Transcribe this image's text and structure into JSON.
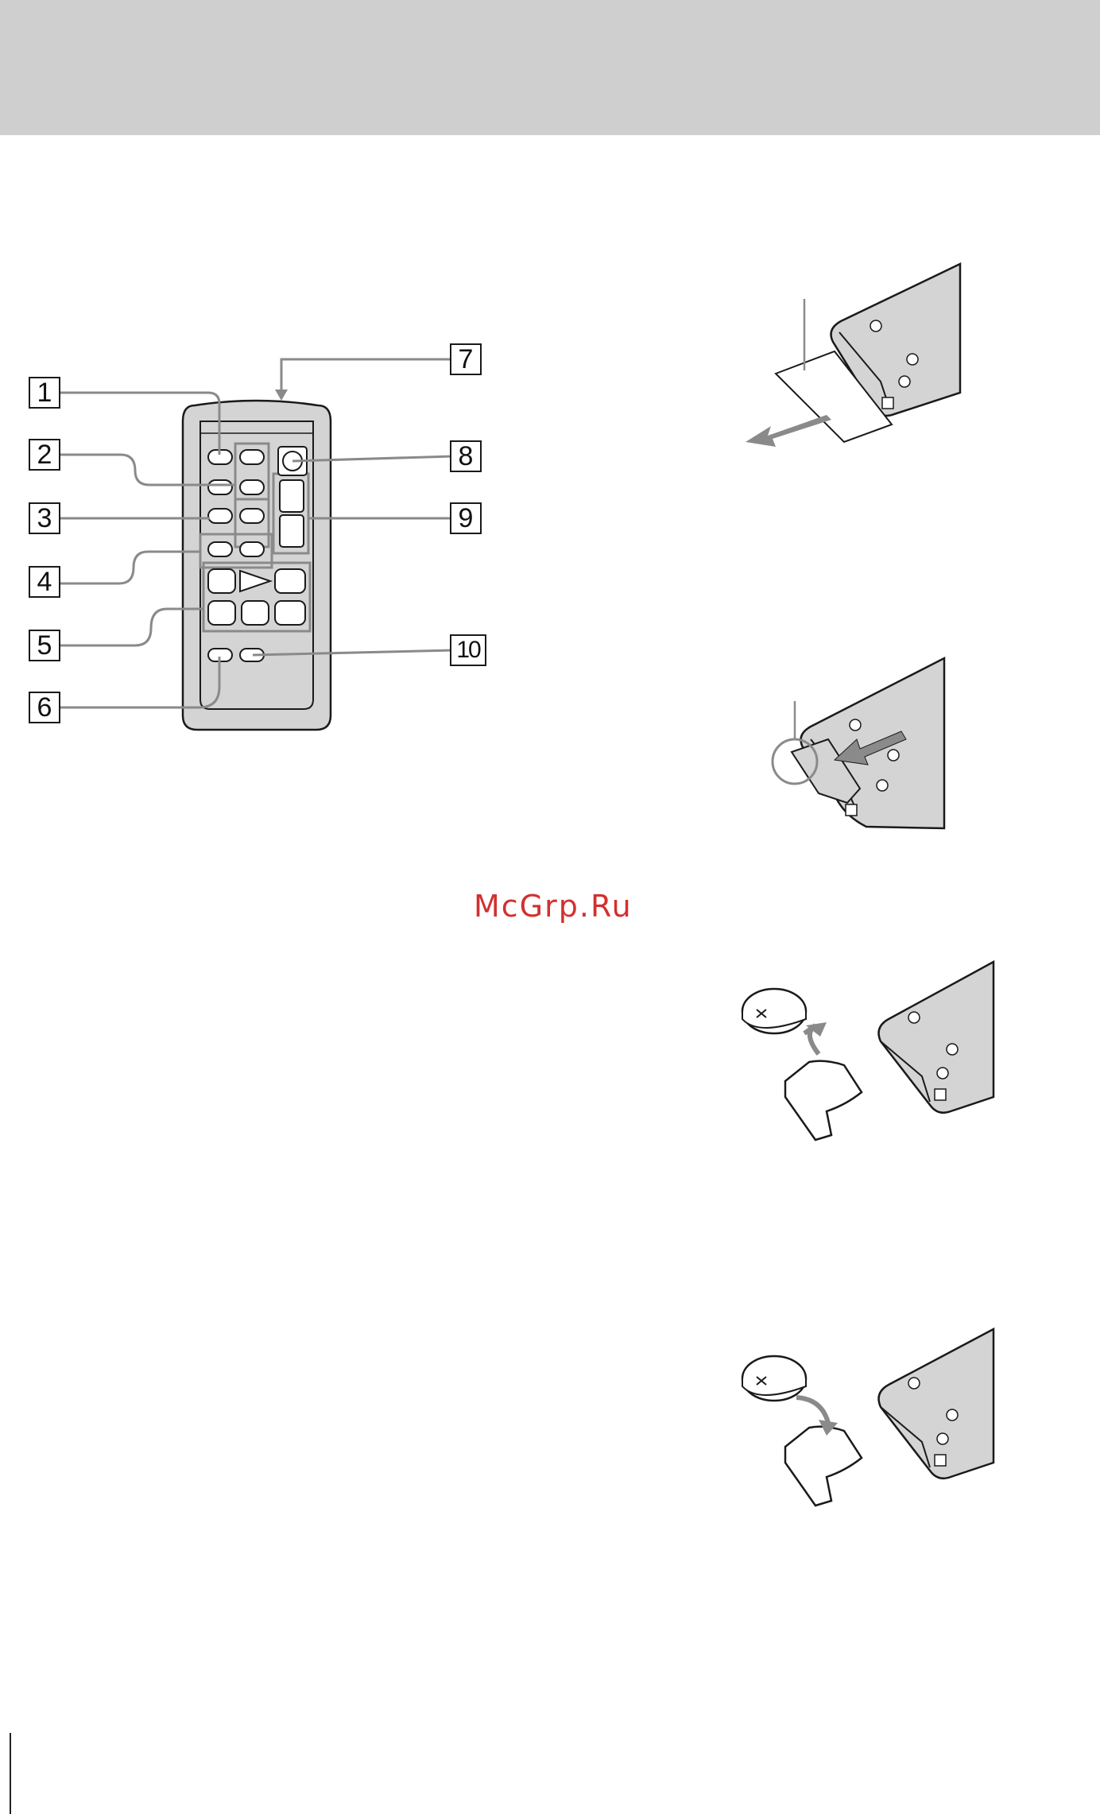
{
  "callouts": [
    "1",
    "2",
    "3",
    "4",
    "5",
    "6",
    "7",
    "8",
    "9",
    "10"
  ],
  "watermark": "McGrp.Ru",
  "colors": {
    "header_band": "#cfcfcf",
    "remote_body": "#d4d4d4",
    "watermark": "#d23030",
    "line": "#1a1a1a",
    "callout_leader": "#8a8a8a"
  },
  "illustrations": [
    "remote-control-front-view",
    "remote-remove-insulation-sheet",
    "remote-pull-battery-holder",
    "remote-replace-battery-out",
    "remote-replace-battery-in"
  ]
}
